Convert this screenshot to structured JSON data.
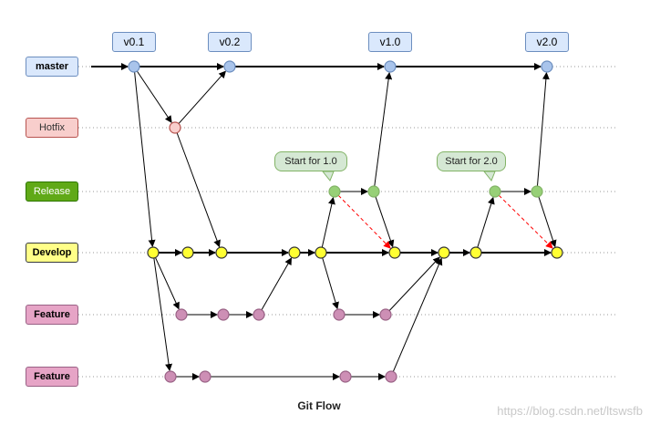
{
  "title": "Git Flow",
  "watermark": "https://blog.csdn.net/ltswsfb",
  "lanes": [
    {
      "label": "master",
      "bg": "#dae8fc",
      "border": "#6c8ebf",
      "color": "#000000",
      "bold": true
    },
    {
      "label": "Hotfix",
      "bg": "#f8cecc",
      "border": "#b85450",
      "color": "#333333",
      "bold": false
    },
    {
      "label": "Release",
      "bg": "#60a917",
      "border": "#2d7600",
      "color": "#ffffff",
      "bold": false
    },
    {
      "label": "Develop",
      "bg": "#ffff88",
      "border": "#36393d",
      "color": "#000000",
      "bold": true
    },
    {
      "label": "Feature",
      "bg": "#e6a4c6",
      "border": "#996185",
      "color": "#000000",
      "bold": true
    },
    {
      "label": "Feature",
      "bg": "#e6a4c6",
      "border": "#996185",
      "color": "#000000",
      "bold": true
    }
  ],
  "tags": [
    "v0.1",
    "v0.2",
    "v1.0",
    "v2.0"
  ],
  "callouts": [
    "Start for 1.0",
    "Start for 2.0"
  ],
  "colors": {
    "master_node": "#a9c4eb",
    "master_stroke": "#6c8ebf",
    "hotfix_node": "#f8cecc",
    "hotfix_stroke": "#b85450",
    "release_node": "#97d077",
    "release_stroke": "#82b366",
    "develop_node": "#ffff33",
    "develop_stroke": "#333333",
    "feature_node": "#cd8fb5",
    "feature_stroke": "#996185",
    "merge_dashed": "#ff0000",
    "tag_bg": "#dae8fc",
    "tag_border": "#6c8ebf"
  }
}
